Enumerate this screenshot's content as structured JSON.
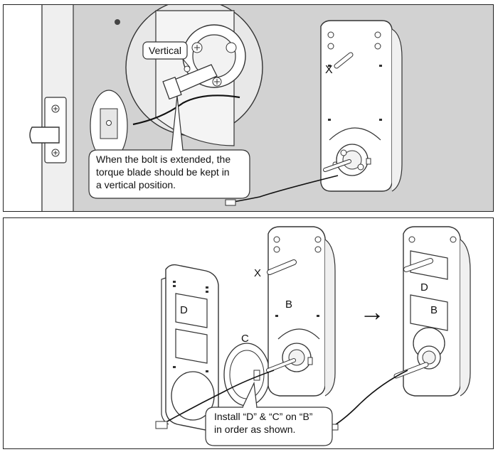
{
  "top_panel": {
    "vertical_label": "Vertical",
    "x_label": "X",
    "callout_lines": [
      "When the bolt is extended, the",
      "torque blade should be kept in",
      "a vertical position."
    ]
  },
  "bottom_panel": {
    "x_label": "X",
    "b_label": "B",
    "c_label": "C",
    "d_label": "D",
    "right_b_label": "B",
    "right_d_label": "D",
    "arrow": "→",
    "callout_lines": [
      "Install “D” & “C” on “B”",
      "in order as shown."
    ]
  }
}
